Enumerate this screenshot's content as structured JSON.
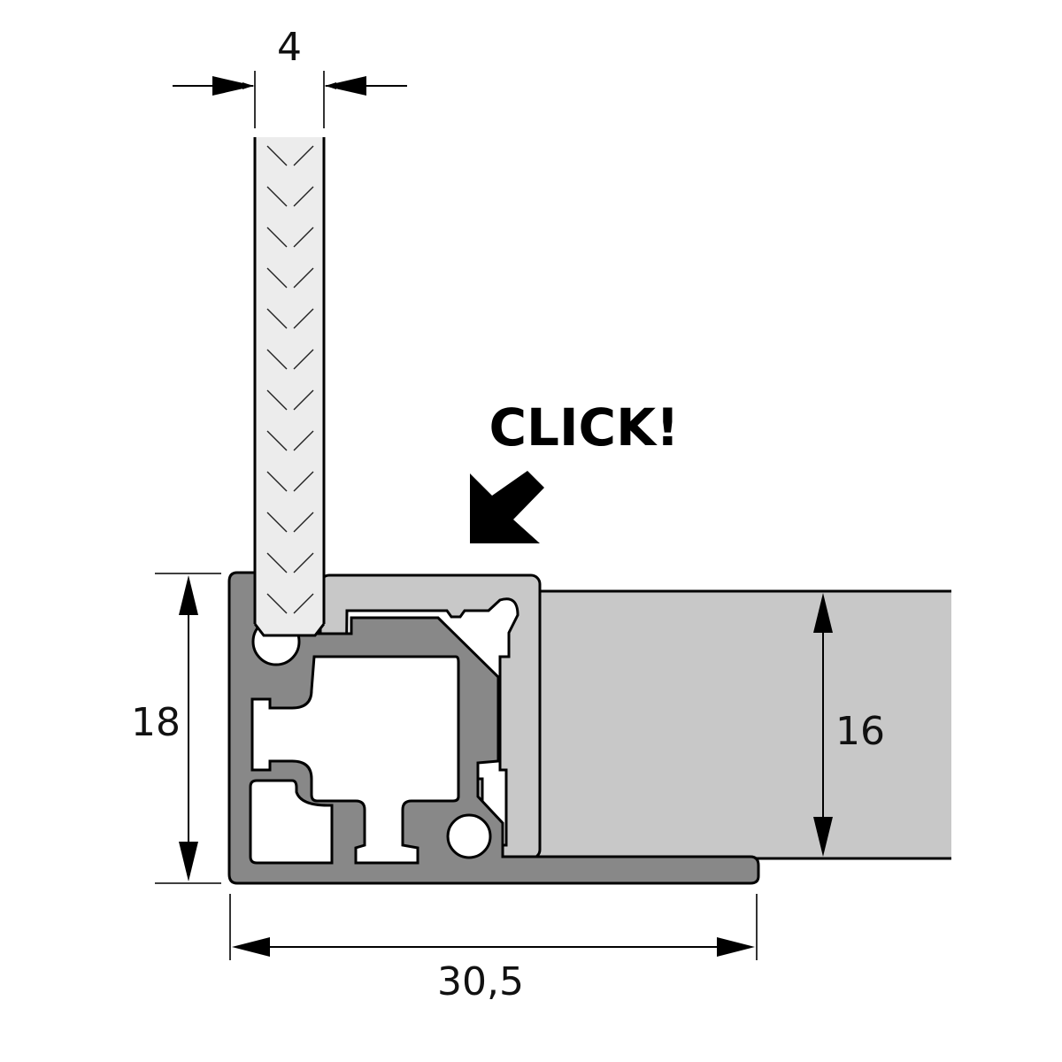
{
  "dimensions": {
    "glass_thickness": "4",
    "profile_height": "18",
    "panel_thickness": "16",
    "profile_width": "30,5"
  },
  "callout": {
    "text": "CLICK!"
  },
  "colors": {
    "profile_dark": "#888888",
    "clip_light": "#c8c8c8",
    "panel": "#c8c8c8",
    "glass": "#ececec",
    "line": "#000000"
  }
}
